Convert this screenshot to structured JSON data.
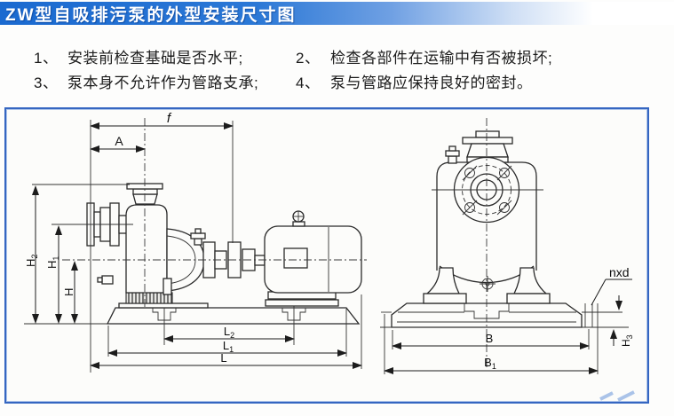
{
  "title": "ZW型自吸排污泵的外型安装尺寸图",
  "notes": [
    {
      "num": "1、",
      "text": "安装前检查基础是否水平;"
    },
    {
      "num": "2、",
      "text": "检查各部件在运输中有否被损坏;"
    },
    {
      "num": "3、",
      "text": "泵本身不允许作为管路支承;"
    },
    {
      "num": "4、",
      "text": "泵与管路应保持良好的密封。"
    }
  ],
  "dims": {
    "f": "f",
    "A": "A",
    "H2": {
      "base": "H",
      "sub": "2"
    },
    "H1": {
      "base": "H",
      "sub": "1"
    },
    "H": "H",
    "L2": {
      "base": "L",
      "sub": "2"
    },
    "L1": {
      "base": "L",
      "sub": "1"
    },
    "L": "L",
    "B": "B",
    "B1": {
      "base": "B",
      "sub": "1"
    },
    "H3": {
      "base": "H",
      "sub": "3"
    },
    "nxd": "nxd"
  },
  "colors": {
    "title_bar_blue": "#1b6ad0",
    "panel_border": "#3566c1",
    "line_color": "#2a2a2a"
  }
}
